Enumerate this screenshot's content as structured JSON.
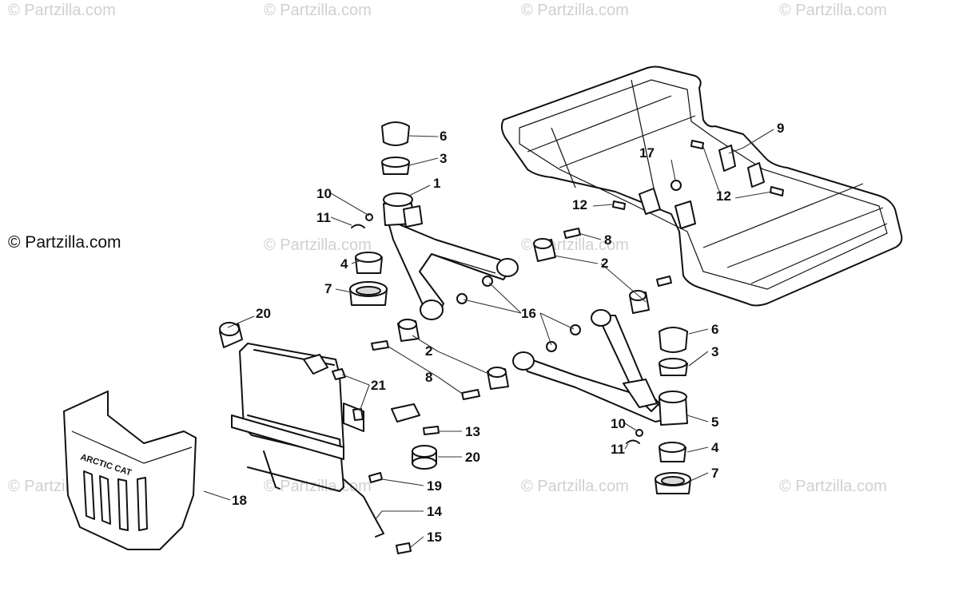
{
  "watermarks": {
    "text": "© Partzilla.com"
  },
  "copyright": "© Partzilla.com",
  "shield_brand": "ARCTIC CAT",
  "callouts": [
    {
      "id": "c6a",
      "label": "6"
    },
    {
      "id": "c3a",
      "label": "3"
    },
    {
      "id": "c1",
      "label": "1"
    },
    {
      "id": "c10a",
      "label": "10"
    },
    {
      "id": "c11a",
      "label": "11"
    },
    {
      "id": "c4a",
      "label": "4"
    },
    {
      "id": "c7a",
      "label": "7"
    },
    {
      "id": "c20a",
      "label": "20"
    },
    {
      "id": "c9",
      "label": "9"
    },
    {
      "id": "c17",
      "label": "17"
    },
    {
      "id": "c12a",
      "label": "12"
    },
    {
      "id": "c12b",
      "label": "12"
    },
    {
      "id": "c8a",
      "label": "8"
    },
    {
      "id": "c2a",
      "label": "2"
    },
    {
      "id": "c16",
      "label": "16"
    },
    {
      "id": "c2b",
      "label": "2"
    },
    {
      "id": "c8b",
      "label": "8"
    },
    {
      "id": "c21",
      "label": "21"
    },
    {
      "id": "c13",
      "label": "13"
    },
    {
      "id": "c20b",
      "label": "20"
    },
    {
      "id": "c19",
      "label": "19"
    },
    {
      "id": "c18",
      "label": "18"
    },
    {
      "id": "c14",
      "label": "14"
    },
    {
      "id": "c15",
      "label": "15"
    },
    {
      "id": "c6b",
      "label": "6"
    },
    {
      "id": "c3b",
      "label": "3"
    },
    {
      "id": "c5",
      "label": "5"
    },
    {
      "id": "c10b",
      "label": "10"
    },
    {
      "id": "c11b",
      "label": "11"
    },
    {
      "id": "c4b",
      "label": "4"
    },
    {
      "id": "c7b",
      "label": "7"
    }
  ]
}
